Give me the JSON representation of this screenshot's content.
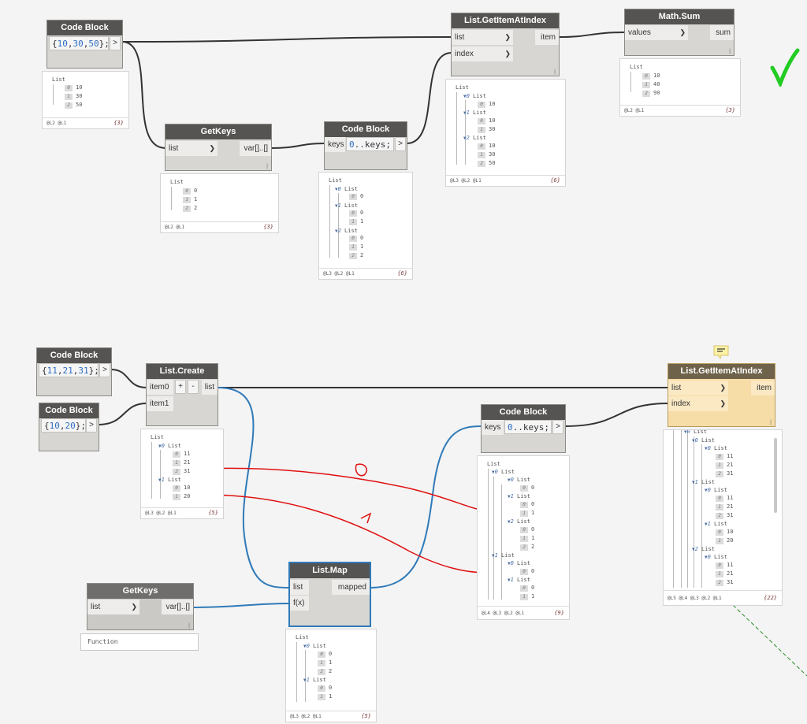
{
  "top": {
    "cb1": {
      "title": "Code Block",
      "code": "{10,30,50};"
    },
    "getkeys": {
      "title": "GetKeys",
      "in": "list",
      "out": "var[]..[]"
    },
    "cb2": {
      "title": "Code Block",
      "in": "keys",
      "code": "0..keys;"
    },
    "getitem": {
      "title": "List.GetItemAtIndex",
      "in1": "list",
      "in2": "index",
      "out": "item"
    },
    "mathsum": {
      "title": "Math.Sum",
      "in": "values",
      "out": "sum"
    },
    "prev_cb1": {
      "count": "{3}",
      "levels": "@L2 @L1",
      "head": "List",
      "rows": [
        [
          "0",
          "10"
        ],
        [
          "1",
          "30"
        ],
        [
          "2",
          "50"
        ]
      ]
    },
    "prev_gk": {
      "count": "{3}",
      "levels": "@L2 @L1",
      "head": "List",
      "rows": [
        [
          "0",
          "0"
        ],
        [
          "1",
          "1"
        ],
        [
          "2",
          "2"
        ]
      ]
    },
    "prev_cb2": {
      "count": "{6}",
      "levels": "@L3 @L2 @L1"
    },
    "prev_gi": {
      "count": "{6}",
      "levels": "@L3 @L2 @L1"
    },
    "prev_ms": {
      "count": "{3}",
      "levels": "@L2 @L1",
      "head": "List",
      "rows": [
        [
          "0",
          "10"
        ],
        [
          "1",
          "40"
        ],
        [
          "2",
          "90"
        ]
      ]
    }
  },
  "bottom": {
    "cb3": {
      "title": "Code Block",
      "code": "{11,21,31};"
    },
    "cb4": {
      "title": "Code Block",
      "code": "{10,20};"
    },
    "listcreate": {
      "title": "List.Create",
      "in1": "item0",
      "in2": "item1",
      "out": "list",
      "plus": "+",
      "minus": "-"
    },
    "getkeys": {
      "title": "GetKeys",
      "in": "list",
      "out": "var[]..[]",
      "preview": "Function"
    },
    "listmap": {
      "title": "List.Map",
      "in1": "list",
      "in2": "f(x)",
      "out": "mapped"
    },
    "cb5": {
      "title": "Code Block",
      "in": "keys",
      "code": "0..keys;"
    },
    "getitem": {
      "title": "List.GetItemAtIndex",
      "in1": "list",
      "in2": "index",
      "out": "item"
    },
    "prev_lc": {
      "count": "{5}",
      "levels": "@L3 @L2 @L1"
    },
    "prev_lm": {
      "count": "{5}",
      "levels": "@L3 @L2 @L1"
    },
    "prev_cb5": {
      "count": "{9}",
      "levels": "@L4 @L3 @L2 @L1"
    },
    "prev_gi": {
      "count": "{22}",
      "levels": "@L5 @L4 @L3 @L2 @L1"
    }
  },
  "annotations": {
    "zero": "0",
    "one": "1"
  },
  "colors": {
    "wire": "#333333",
    "selected_wire": "#2f7ab8",
    "annotation": "#e01010",
    "check": "#22cc22"
  },
  "icons": [
    "checkmark-icon",
    "note-icon",
    "arrow-right-icon"
  ]
}
